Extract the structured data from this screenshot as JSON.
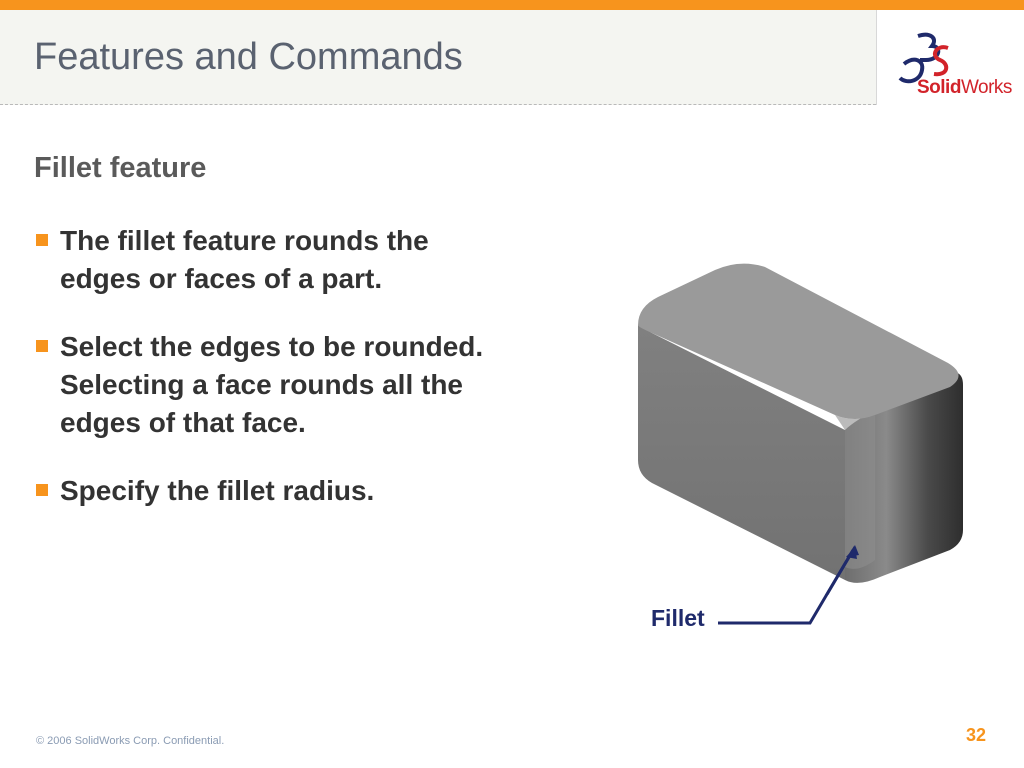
{
  "header": {
    "title": "Features and Commands",
    "logo": {
      "part1": "Solid",
      "part2": "Works",
      "mark": "3DS"
    }
  },
  "content": {
    "subtitle": "Fillet feature",
    "bullets": [
      {
        "line1": "The fillet feature rounds the",
        "line2": "edges or faces of a part."
      },
      {
        "line1": "Select the edges to be rounded.",
        "line2": "Selecting a face rounds all the",
        "line3": "edges of that face."
      },
      {
        "line1": "Specify the fillet radius."
      }
    ]
  },
  "illustration": {
    "callout_label": "Fillet"
  },
  "footer": {
    "copyright": "© 2006 SolidWorks Corp. Confidential.",
    "page_number": "32"
  },
  "colors": {
    "accent": "#f7941d",
    "brand_red": "#d2232a",
    "brand_blue": "#1f2a6b"
  }
}
